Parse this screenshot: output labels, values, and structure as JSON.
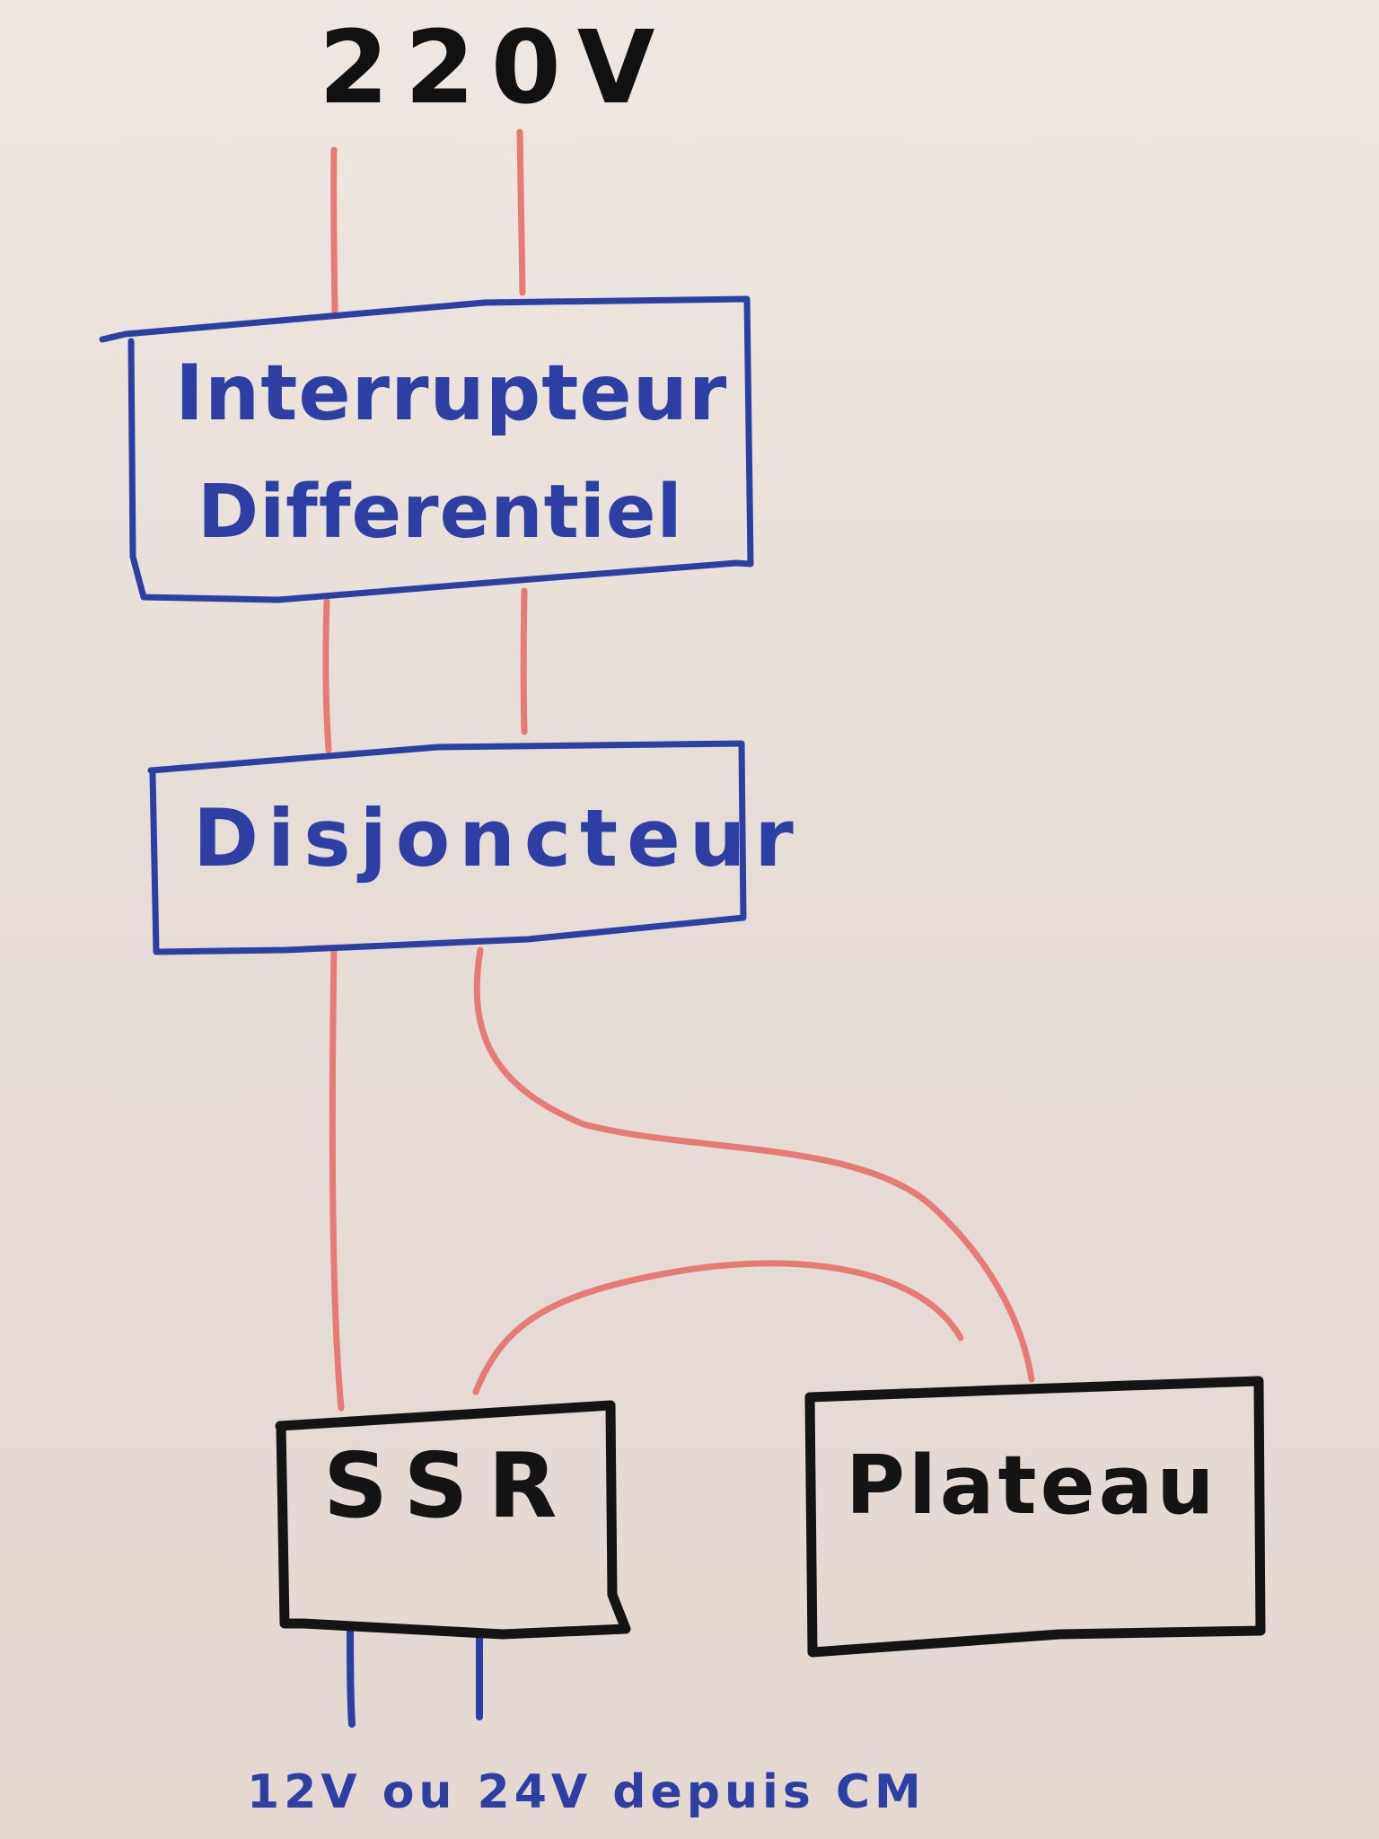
{
  "diagram": {
    "source_label": "220V",
    "nodes": [
      {
        "id": "interrupteur",
        "label_line1": "Interrupteur",
        "label_line2": "Differentiel"
      },
      {
        "id": "disjoncteur",
        "label": "Disjoncteur"
      },
      {
        "id": "ssr",
        "label": "SSR"
      },
      {
        "id": "plateau",
        "label": "Plateau"
      }
    ],
    "bottom_label": "12V ou 24V depuis CM",
    "edges": [
      {
        "from": "220V",
        "to": "interrupteur",
        "count": 2
      },
      {
        "from": "interrupteur",
        "to": "disjoncteur",
        "count": 2
      },
      {
        "from": "disjoncteur",
        "to": "ssr"
      },
      {
        "from": "disjoncteur",
        "to": "plateau"
      },
      {
        "from": "ssr",
        "to": "plateau"
      }
    ],
    "colors": {
      "paper": "#ece4de",
      "wire": "#e57b74",
      "blue_ink": "#2d3fa3",
      "black_ink": "#141414"
    }
  }
}
